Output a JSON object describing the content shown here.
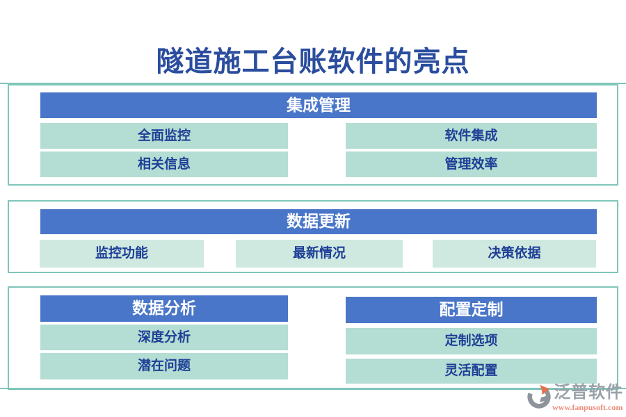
{
  "title": "隧道施工台账软件的亮点",
  "sections": {
    "integration": {
      "header": "集成管理",
      "items": [
        "全面监控",
        "软件集成",
        "相关信息",
        "管理效率"
      ]
    },
    "data_update": {
      "header": "数据更新",
      "items": [
        "监控功能",
        "最新情况",
        "决策依据"
      ]
    },
    "data_analysis": {
      "header": "数据分析",
      "items": [
        "深度分析",
        "潜在问题"
      ]
    },
    "config_custom": {
      "header": "配置定制",
      "items": [
        "定制选项",
        "灵活配置"
      ]
    }
  },
  "footer": {
    "brand": "泛普软件",
    "website": "www.fanpusoft.com"
  },
  "colors": {
    "header_bg": "#4a76c9",
    "header_text": "#ffffff",
    "item_bg": "#b4ddd3",
    "item_bg_light": "#cfe8e0",
    "item_text": "#1e3f96",
    "box_border": "#7fc6ba",
    "title_text": "#2a4d9e",
    "brand_gray": "#9aa1a9",
    "brand_orange": "#e0734f",
    "brand_url": "#ee8e7e"
  }
}
